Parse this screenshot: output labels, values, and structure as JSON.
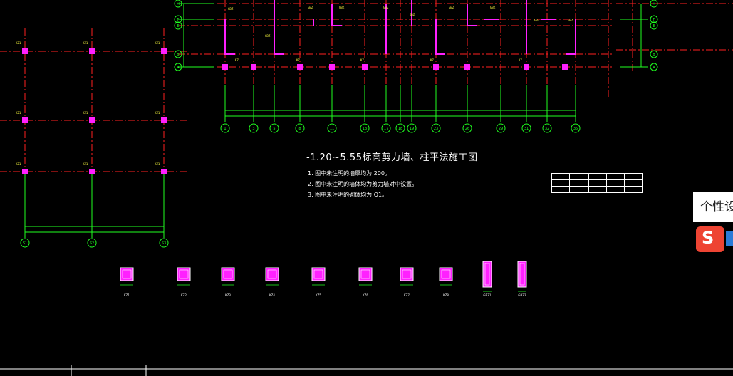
{
  "drawing": {
    "title": "-1.20~5.55标高剪力墙、柱平法施工图",
    "notes": [
      "1. 图中未注明的墙厚均为 200。",
      "2. 图中未注明的墙体均为剪力墙对中设置。",
      "3. 图中未注明的砌体均为 Q1。"
    ],
    "grid_axes_bottom": [
      "1",
      "3",
      "5",
      "8",
      "11",
      "13",
      "17",
      "18",
      "19",
      "23",
      "26",
      "29",
      "31",
      "32",
      "35"
    ],
    "grid_axes_left": [
      "H",
      "F",
      "E",
      "B",
      "A"
    ],
    "grid_axes_right": [
      "H",
      "F",
      "E",
      "B",
      "A"
    ],
    "grid_axes_left_block": [
      "S1",
      "S2",
      "S3"
    ],
    "column_sections": [
      "KZ1",
      "KZ2",
      "KZ3",
      "KZ4",
      "KZ5",
      "KZ6",
      "KZ7",
      "KZ8",
      "GBZ1",
      "GBZ2"
    ]
  },
  "popup": {
    "label": "个性设",
    "ime_icon_letter": "S"
  },
  "colors": {
    "background": "#000000",
    "grid_red": "#ff2020",
    "dimension_green": "#20ff20",
    "wall_magenta": "#ff20ff",
    "text_white": "#ffffff",
    "text_yellow": "#ffff40"
  }
}
